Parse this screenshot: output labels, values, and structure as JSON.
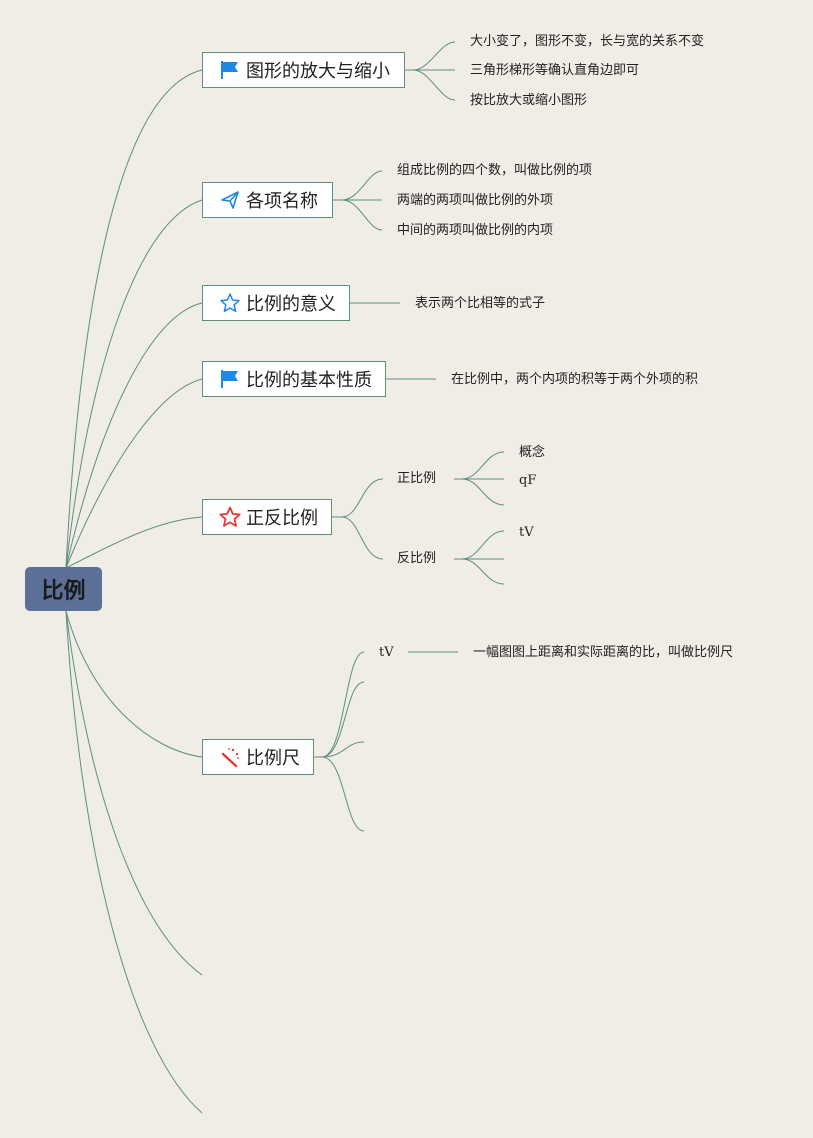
{
  "root": "比例",
  "topics": [
    {
      "label": "图形的放大与缩小",
      "icon": "flag-icon",
      "children": [
        "大小变了，图形不变，长与宽的关系不变",
        "三角形梯形等确认直角边即可",
        "按比放大或缩小图形"
      ]
    },
    {
      "label": "各项名称",
      "icon": "paper-plane-icon",
      "children": [
        "组成比例的四个数，叫做比例的项",
        "两端的两项叫做比例的外项",
        "中间的两项叫做比例的内项"
      ]
    },
    {
      "label": "比例的意义",
      "icon": "star-outline-icon",
      "children": [
        "表示两个比相等的式子"
      ]
    },
    {
      "label": "比例的基本性质",
      "icon": "flag-icon",
      "children": [
        "在比例中，两个内项的积等于两个外项的积"
      ]
    },
    {
      "label": "正反比例",
      "icon": "red-star-icon",
      "subtopics": [
        {
          "label": "正比例",
          "children": [
            "概念",
            "qF",
            ""
          ]
        },
        {
          "label": "反比例",
          "children": [
            "tV",
            "",
            ""
          ]
        }
      ]
    },
    {
      "label": "比例尺",
      "icon": "magic-wand-icon",
      "subtopics": [
        {
          "label": "tV",
          "children": [
            "一幅图图上距离和实际距离的比，叫做比例尺"
          ]
        }
      ]
    }
  ],
  "colors": {
    "background": "#f0ece6",
    "connector": "#5e8f7f",
    "root_fill": "#5b6f97",
    "flag_blue": "#1e88e5",
    "star_red": "#e53935"
  }
}
